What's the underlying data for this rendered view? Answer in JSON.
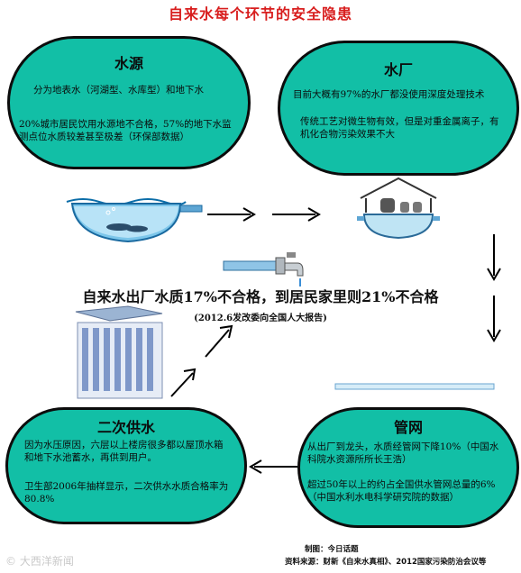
{
  "title": "自来水每个环节的安全隐患",
  "source": {
    "title": "水源",
    "p1": "分为地表水（河湖型、水库型）和地下水",
    "p2": "20%城市居民饮用水源地不合格，57%的地下水监测点位水质较差甚至极差（环保部数据）"
  },
  "plant": {
    "title": "水厂",
    "p1": "目前大概有97%的水厂都没使用深度处理技术",
    "p2": "传统工艺对微生物有效，但是对重金属离子，有机化合物污染效果不大"
  },
  "secondary": {
    "title": "二次供水",
    "p1": "因为水压原因，六层以上楼房很多都以屋顶水箱和地下水池蓄水，再供到用户。",
    "p2": "卫生部2006年抽样显示，二次供水水质合格率为80.8%"
  },
  "pipe": {
    "title": "管网",
    "p1": "从出厂到龙头，水质经管网下降10%（中国水科院水资源所所长王浩）",
    "p2": "超过50年以上的约占全国供水管网总量的6%（中国水利水电科学研究院的数据）"
  },
  "headline": "自来水出厂水质17%不合格，到居民家里则21%不合格",
  "subline": "(2012.6发改委向全国人大报告)",
  "credit": {
    "maker": "制图：今日话题",
    "source": "资料来源：财新《自来水真相》、2012国家污染防治会议等"
  },
  "watermark": "© 大西洋新闻"
}
